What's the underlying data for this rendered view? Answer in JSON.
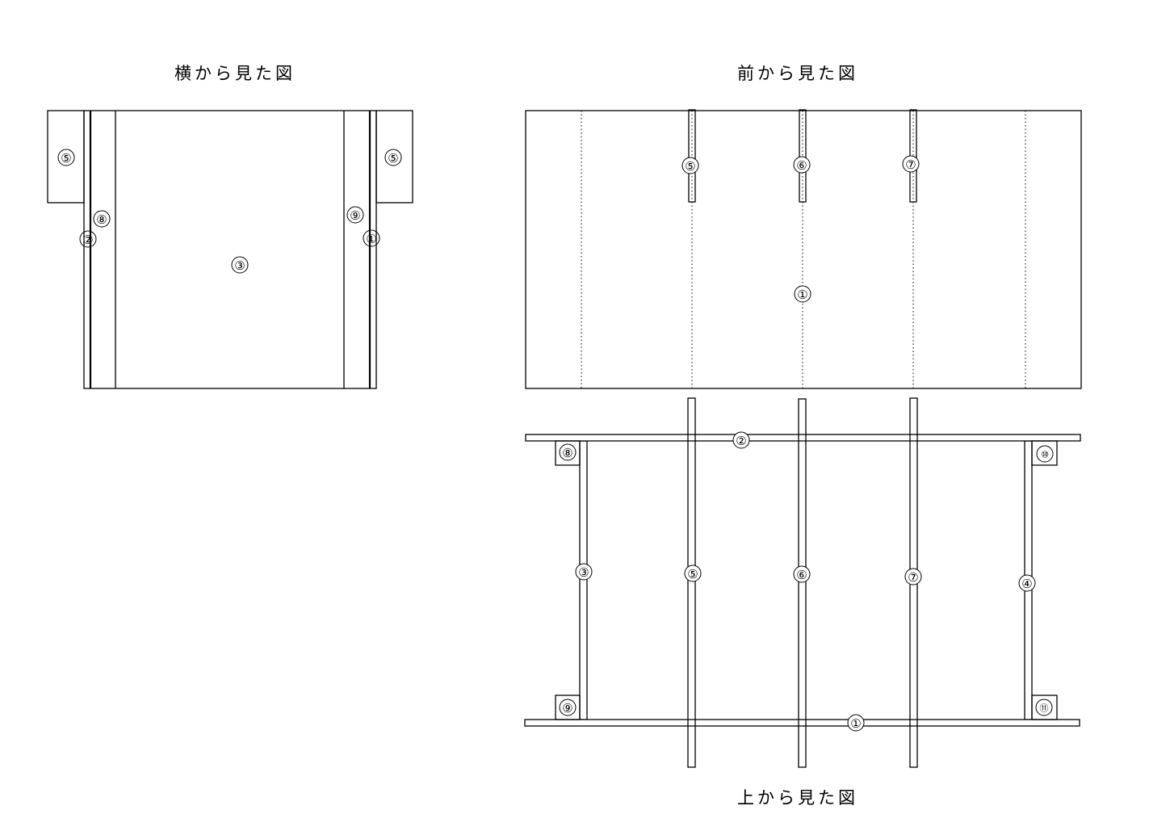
{
  "titles": {
    "side": "横から見た図",
    "front": "前から見た図",
    "top": "上から見た図"
  },
  "labels": {
    "side": {
      "left_block": "⑤",
      "right_block": "⑤",
      "part_8": "⑧",
      "part_2": "②",
      "part_9": "⑨",
      "part_1": "①",
      "center": "③"
    },
    "front": {
      "slat_5": "⑤",
      "slat_6": "⑥",
      "slat_7": "⑦",
      "center": "①"
    },
    "top": {
      "rail_2": "②",
      "rail_1": "①",
      "post_3": "③",
      "post_4": "④",
      "slat_5": "⑤",
      "slat_6": "⑥",
      "slat_7": "⑦",
      "corner_8": "⑧",
      "corner_9": "⑨",
      "corner_10": "⑩",
      "corner_11": "⑪"
    }
  }
}
